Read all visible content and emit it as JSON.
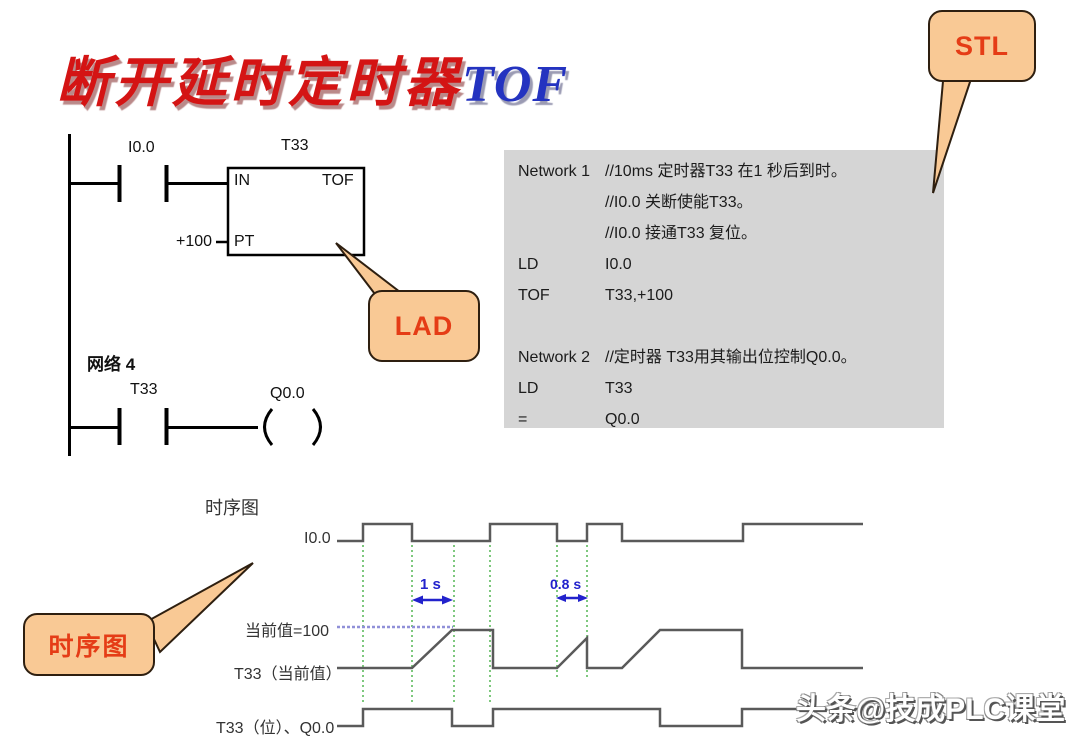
{
  "title": {
    "main": "断开延时定时器",
    "accent": "TOF"
  },
  "callouts": {
    "stl": "STL",
    "lad": "LAD",
    "timing": "时序图"
  },
  "ladder": {
    "network1": {
      "contact_label": "I0.0",
      "timer_label": "T33",
      "in_label": "IN",
      "type_label": "TOF",
      "pt_label": "PT",
      "pt_value": "+100"
    },
    "network2": {
      "header": "网络 4",
      "contact_label": "T33",
      "coil_label": "Q0.0"
    }
  },
  "stl_code": {
    "rows": [
      {
        "op": "Network 1",
        "arg": "//10ms 定时器T33 在1 秒后到时。"
      },
      {
        "op": "",
        "arg": "//I0.0 关断使能T33。"
      },
      {
        "op": "",
        "arg": "//I0.0 接通T33 复位。"
      },
      {
        "op": "LD",
        "arg": "I0.0"
      },
      {
        "op": "TOF",
        "arg": "T33,+100"
      },
      {
        "op": "",
        "arg": ""
      },
      {
        "op": "Network 2",
        "arg": "//定时器 T33用其输出位控制Q0.0。"
      },
      {
        "op": "LD",
        "arg": "T33"
      },
      {
        "op": "=",
        "arg": "Q0.0"
      }
    ]
  },
  "timing": {
    "section_label": "时序图",
    "signals": {
      "input": "I0.0",
      "preset_line": "当前值=100",
      "current": "T33（当前值）",
      "bit": "T33（位）、Q0.0"
    },
    "annotations": {
      "t1": "1 s",
      "t2": "0.8 s"
    }
  },
  "watermark": "头条@技成PLC课堂",
  "colors": {
    "title_red": "#d41414",
    "title_blue": "#2433c0",
    "stl_box_gray": "#d5d5d5",
    "callout_fill": "#f9c995",
    "callout_text": "#e53c16",
    "waveform_gray": "#5a5a5a",
    "guide_green": "#7ec87e",
    "annotation_blue": "#2222cc",
    "preset_dash_blue": "#9090d8"
  }
}
